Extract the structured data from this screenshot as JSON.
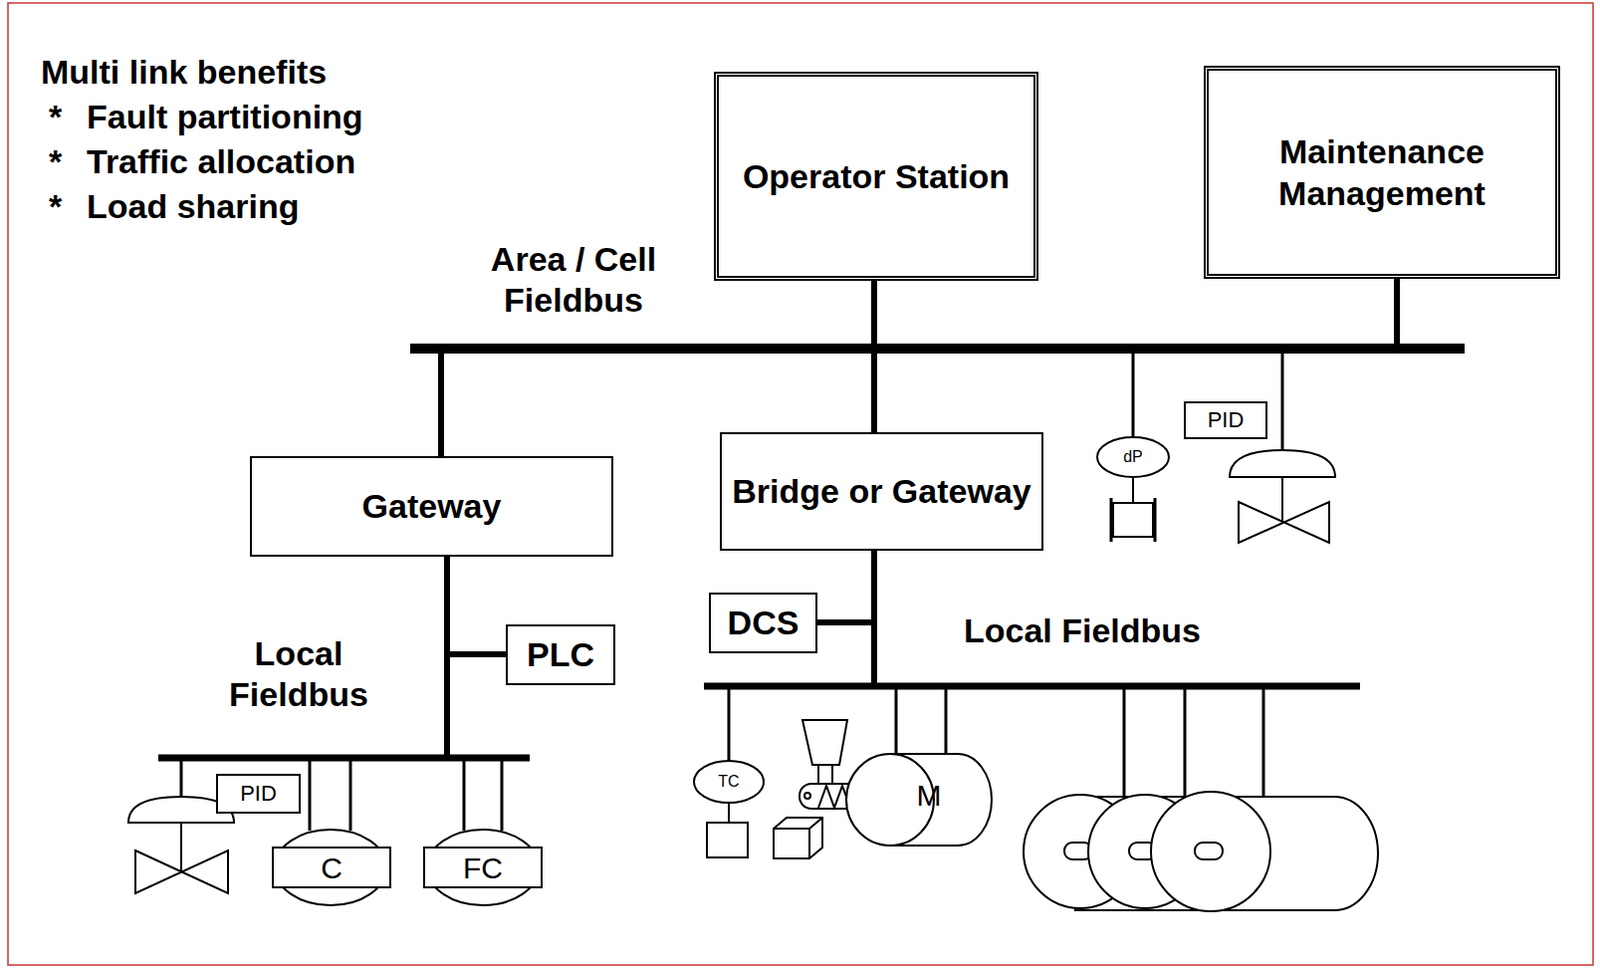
{
  "diagram": {
    "nodes": [
      {
        "text": [
          "Operator Station"
        ]
      },
      {
        "text": [
          "Maintenance Management"
        ]
      },
      {
        "text": [
          "Gateway"
        ]
      },
      {
        "text": [
          "Bridge or Gateway"
        ]
      },
      {
        "text": [
          "PLC"
        ]
      },
      {
        "text": [
          "DCS"
        ]
      },
      {
        "text": [
          "dP"
        ]
      },
      {
        "text": [
          "PID"
        ]
      },
      {
        "text": [
          "PID"
        ]
      },
      {
        "text": [
          "C"
        ]
      },
      {
        "text": [
          "FC"
        ]
      },
      {
        "text": [
          "TC"
        ]
      },
      {
        "text": [
          "M"
        ]
      }
    ],
    "labels": [
      "Multi link benefits",
      "*",
      "Fault partitioning",
      "*",
      "Traffic allocation",
      "*",
      "Load sharing",
      "Area / Cell Fieldbus",
      "Local Fieldbus",
      "Local Fieldbus"
    ]
  }
}
